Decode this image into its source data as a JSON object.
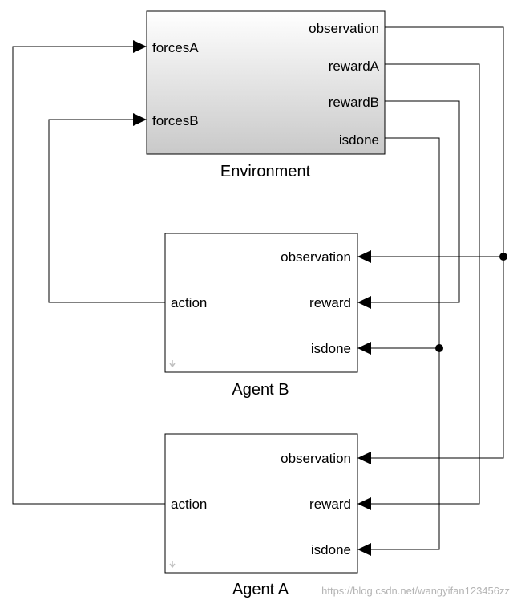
{
  "environment": {
    "title": "Environment",
    "inputs": [
      "forcesA",
      "forcesB"
    ],
    "outputs": [
      "observation",
      "rewardA",
      "rewardB",
      "isdone"
    ]
  },
  "agent_b": {
    "title": "Agent B",
    "input_ports": [
      "observation",
      "reward",
      "isdone"
    ],
    "output_port": "action"
  },
  "agent_a": {
    "title": "Agent A",
    "input_ports": [
      "observation",
      "reward",
      "isdone"
    ],
    "output_port": "action"
  },
  "watermark": "https://blog.csdn.net/wangyifan123456zz"
}
